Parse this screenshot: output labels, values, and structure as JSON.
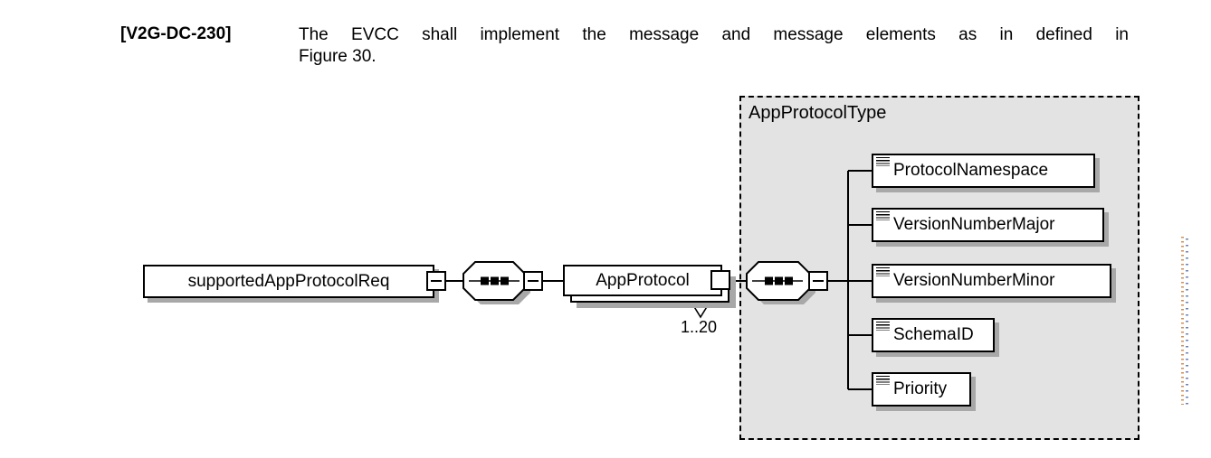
{
  "requirement": {
    "id": "[V2G-DC-230]",
    "line1": "The EVCC shall implement the message and message elements as in defined in",
    "line2": "Figure 30."
  },
  "figure": {
    "root_element": "supportedAppProtocolReq",
    "element": "AppProtocol",
    "occurrence": "1..20",
    "complex_type": {
      "name": "AppProtocolType",
      "elements": [
        "ProtocolNamespace",
        "VersionNumberMajor",
        "VersionNumberMinor",
        "SchemaID",
        "Priority"
      ]
    },
    "icons": {
      "compositor": "sequence-compositor-octagon",
      "collapse": "minus-square",
      "expand_blank": "blank-square",
      "simple_content": "text-lines"
    },
    "colors": {
      "container_fill": "#e3e3e3",
      "box_fill": "#ffffff",
      "line": "#000000",
      "shadow": "#a8a8a8"
    }
  }
}
